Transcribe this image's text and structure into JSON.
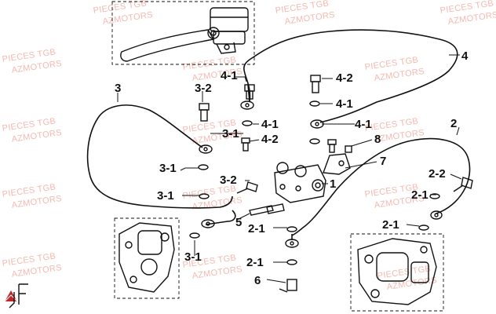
{
  "watermark_lines": [
    "PIECES TGB",
    "AZMOTORS"
  ],
  "labels": {
    "l1": "1",
    "l2": "2",
    "l3": "3",
    "l4": "4",
    "l5": "5",
    "l6": "6",
    "l7": "7",
    "l8": "8",
    "l2_1a": "2-1",
    "l2_1b": "2-1",
    "l2_1c": "2-1",
    "l2_1d": "2-1",
    "l2_2": "2-2",
    "l3_1a": "3-1",
    "l3_1b": "3-1",
    "l3_1c": "3-1",
    "l3_1d": "3-1",
    "l3_2a": "3-2",
    "l3_2b": "3-2",
    "l4_1a": "4-1",
    "l4_1b": "4-1",
    "l4_1c": "4-1",
    "l4_1d": "4-1",
    "l4_2a": "4-2",
    "l4_2b": "4-2"
  },
  "colors": {
    "watermark": "#f3b9b0",
    "ink": "#111111",
    "logo_red": "#c0272d"
  }
}
